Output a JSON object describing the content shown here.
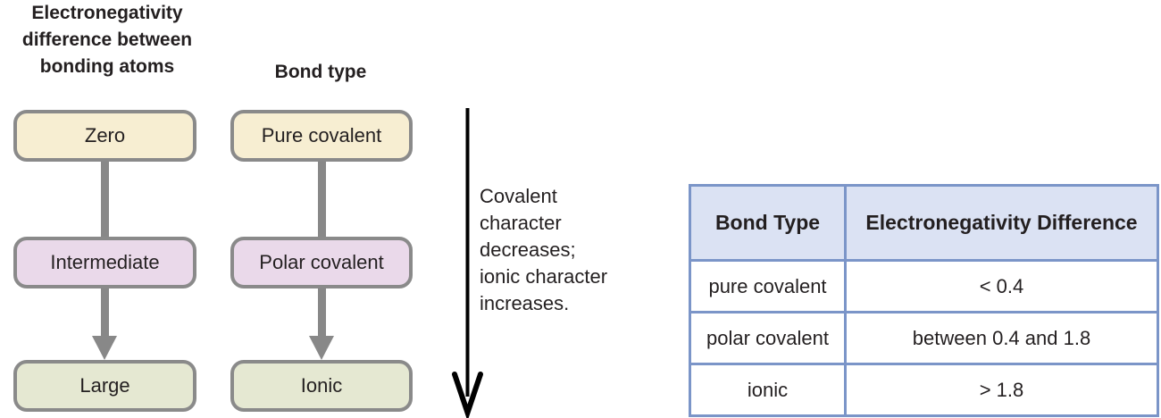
{
  "diagram": {
    "column1": {
      "header": "Electronegativity difference between bonding atoms",
      "boxes": [
        {
          "label": "Zero",
          "fill": "#f7eed2"
        },
        {
          "label": "Intermediate",
          "fill": "#ead9ea"
        },
        {
          "label": "Large",
          "fill": "#e5e8d2"
        }
      ]
    },
    "column2": {
      "header": "Bond type",
      "boxes": [
        {
          "label": "Pure covalent",
          "fill": "#f7eed2"
        },
        {
          "label": "Polar covalent",
          "fill": "#ead9ea"
        },
        {
          "label": "Ionic",
          "fill": "#e5e8d2"
        }
      ]
    },
    "arrow_note": "Covalent\ncharacter\ndecreases;\nionic character\nincreases.",
    "colors": {
      "box_border": "#8a8a8a",
      "connector_gray": "#888888",
      "big_arrow_black": "#000000",
      "text": "#231f20"
    }
  },
  "table": {
    "headers": [
      "Bond Type",
      "Electronegativity Difference"
    ],
    "rows": [
      [
        "pure covalent",
        "< 0.4"
      ],
      [
        "polar covalent",
        "between 0.4 and 1.8"
      ],
      [
        "ionic",
        "> 1.8"
      ]
    ],
    "colors": {
      "header_bg": "#dbe2f3",
      "border": "#7b95c8"
    }
  }
}
